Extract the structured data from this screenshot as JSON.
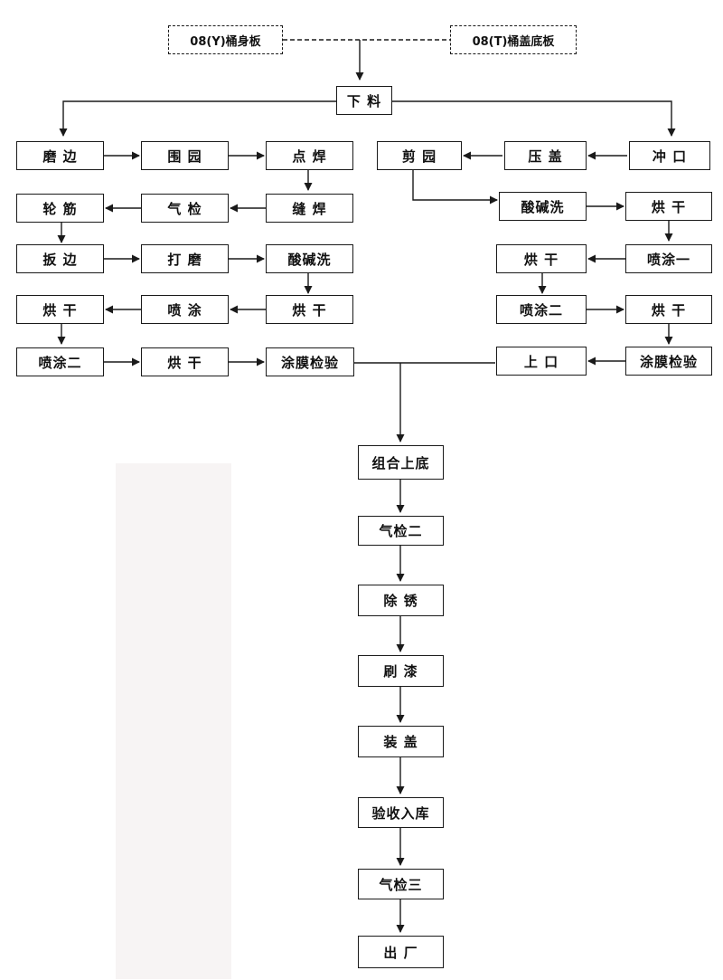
{
  "diagram": {
    "sources": {
      "left": "08(Y)桶身板",
      "right": "08(T)桶盖底板"
    },
    "start": "下 料",
    "body_flow": [
      [
        "磨 边",
        "围 园",
        "点 焊"
      ],
      [
        "轮 筋",
        "气 检",
        "缝 焊"
      ],
      [
        "扳 边",
        "打 磨",
        "酸碱洗"
      ],
      [
        "烘 干",
        "喷 涂",
        "烘 干"
      ],
      [
        "喷涂二",
        "烘 干",
        "涂膜检验"
      ]
    ],
    "lid_flow": {
      "top": [
        "剪 园",
        "压 盖",
        "冲 口"
      ],
      "rows": [
        [
          "酸碱洗",
          "烘 干"
        ],
        [
          "烘 干",
          "喷涂一"
        ],
        [
          "喷涂二",
          "烘 干"
        ],
        [
          "上 口",
          "涂膜检验"
        ]
      ]
    },
    "final_flow": [
      "组合上底",
      "气检二",
      "除 锈",
      "刷 漆",
      "装 盖",
      "验收入库",
      "气检三",
      "出 厂"
    ]
  }
}
